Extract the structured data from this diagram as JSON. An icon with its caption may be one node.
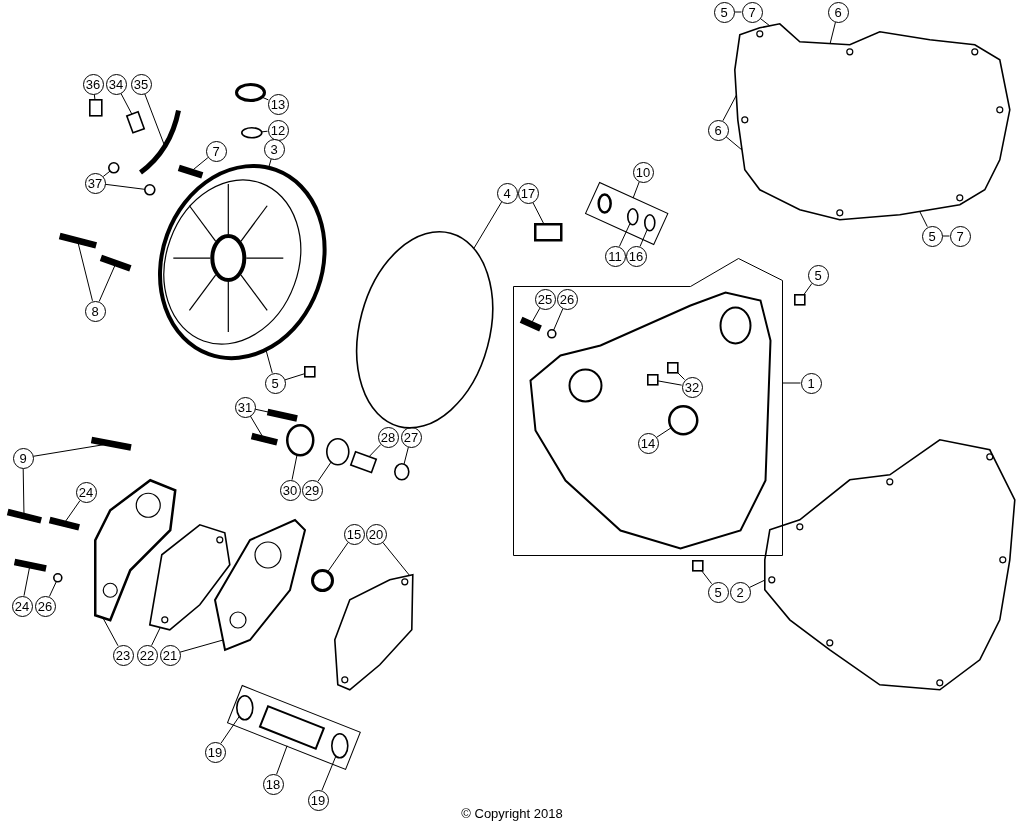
{
  "diagram": {
    "caption": "© Copyright 2018",
    "nodes": [
      {
        "text": [
          "5"
        ]
      },
      {
        "text": [
          "7"
        ]
      },
      {
        "text": [
          "6"
        ]
      },
      {
        "text": [
          "36"
        ]
      },
      {
        "text": [
          "34"
        ]
      },
      {
        "text": [
          "35"
        ]
      },
      {
        "text": [
          "13"
        ]
      },
      {
        "text": [
          "12"
        ]
      },
      {
        "text": [
          "6"
        ]
      },
      {
        "text": [
          "3"
        ]
      },
      {
        "text": [
          "7"
        ]
      },
      {
        "text": [
          "10"
        ]
      },
      {
        "text": [
          "37"
        ]
      },
      {
        "text": [
          "4"
        ]
      },
      {
        "text": [
          "17"
        ]
      },
      {
        "text": [
          "5"
        ]
      },
      {
        "text": [
          "7"
        ]
      },
      {
        "text": [
          "11"
        ]
      },
      {
        "text": [
          "16"
        ]
      },
      {
        "text": [
          "5"
        ]
      },
      {
        "text": [
          "25"
        ],
        "in": 63
      },
      {
        "text": [
          "26"
        ],
        "in": 63
      },
      {
        "text": [
          "8"
        ]
      },
      {
        "text": [
          "1"
        ]
      },
      {
        "text": [
          "5"
        ]
      },
      {
        "text": [
          "32"
        ],
        "in": 63
      },
      {
        "text": [
          "31"
        ]
      },
      {
        "text": [
          "14"
        ],
        "in": 63
      },
      {
        "text": [
          "9"
        ]
      },
      {
        "text": [
          "28"
        ]
      },
      {
        "text": [
          "27"
        ]
      },
      {
        "text": [
          "24"
        ]
      },
      {
        "text": [
          "30"
        ]
      },
      {
        "text": [
          "29"
        ]
      },
      {
        "text": [
          "15"
        ]
      },
      {
        "text": [
          "20"
        ]
      },
      {
        "text": [
          "5"
        ]
      },
      {
        "text": [
          "2"
        ]
      },
      {
        "text": [
          "24"
        ]
      },
      {
        "text": [
          "26"
        ]
      },
      {
        "text": [
          "23"
        ]
      },
      {
        "text": [
          "22"
        ]
      },
      {
        "text": [
          "21"
        ]
      },
      {
        "text": [
          "19"
        ]
      },
      {
        "text": [
          "18"
        ]
      },
      {
        "text": [
          "19"
        ]
      },
      {
        "text": [],
        "shape": "picture"
      },
      {
        "text": [],
        "shape": "picture"
      },
      {
        "text": [],
        "shape": "picture"
      },
      {
        "text": [],
        "shape": "circle"
      },
      {
        "text": [],
        "shape": "circle"
      },
      {
        "text": [],
        "shape": "box"
      },
      {
        "text": [],
        "shape": "box"
      },
      {
        "text": [],
        "shape": "picture"
      },
      {
        "text": [],
        "shape": "circle"
      },
      {
        "text": [],
        "shape": "circle"
      },
      {
        "text": [],
        "shape": "bar"
      },
      {
        "text": [],
        "shape": "circle"
      },
      {
        "text": [],
        "shape": "box"
      },
      {
        "text": [],
        "shape": "box"
      },
      {
        "text": [],
        "shape": "circle",
        "in": 59
      },
      {
        "text": [],
        "shape": "circle",
        "in": 59
      },
      {
        "text": [],
        "shape": "box"
      },
      {
        "text": [],
        "shape": "box"
      },
      {
        "text": [],
        "shape": "bar",
        "in": 63
      },
      {
        "text": [],
        "shape": "circle",
        "in": 63
      },
      {
        "text": [],
        "shape": "box",
        "in": 63
      },
      {
        "text": [],
        "shape": "box",
        "in": 63
      },
      {
        "text": [],
        "shape": "circle",
        "in": 63
      },
      {
        "text": [],
        "shape": "box"
      },
      {
        "text": [],
        "shape": "bar"
      },
      {
        "text": [],
        "shape": "bar"
      },
      {
        "text": [],
        "shape": "bar"
      },
      {
        "text": [],
        "shape": "bar"
      },
      {
        "text": [],
        "shape": "bar"
      },
      {
        "text": [],
        "shape": "bar"
      },
      {
        "text": [],
        "shape": "bar"
      },
      {
        "text": [],
        "shape": "bar"
      },
      {
        "text": [],
        "shape": "circle"
      },
      {
        "text": [],
        "shape": "picture"
      },
      {
        "text": [],
        "shape": "picture"
      },
      {
        "text": [],
        "shape": "picture"
      },
      {
        "text": [],
        "shape": "circle"
      },
      {
        "text": [],
        "shape": "picture"
      },
      {
        "text": [],
        "shape": "box"
      },
      {
        "text": [],
        "shape": "circle"
      },
      {
        "text": [],
        "shape": "circle"
      },
      {
        "text": [],
        "shape": "circle"
      },
      {
        "text": [],
        "shape": "box"
      },
      {
        "text": [],
        "shape": "circle",
        "in": 88
      },
      {
        "text": [],
        "shape": "circle",
        "in": 88
      },
      {
        "text": [],
        "shape": "box"
      }
    ],
    "edges": [
      {
        "from": 0,
        "to": 1,
        "arrow": "none"
      },
      {
        "from": 1,
        "to": 46,
        "arrow": "none"
      },
      {
        "from": 2,
        "to": 46,
        "arrow": "none"
      },
      {
        "from": 3,
        "to": 51,
        "arrow": "none"
      },
      {
        "from": 4,
        "to": 52,
        "arrow": "none"
      },
      {
        "from": 5,
        "to": 53,
        "arrow": "none"
      },
      {
        "from": 6,
        "to": 49,
        "arrow": "none"
      },
      {
        "from": 7,
        "to": 50,
        "arrow": "none"
      },
      {
        "from": 8,
        "to": 46,
        "arrow": "none"
      },
      {
        "from": 8,
        "to": 46,
        "arrow": "none"
      },
      {
        "from": 9,
        "to": 48,
        "arrow": "none"
      },
      {
        "from": 10,
        "to": 56,
        "arrow": "none"
      },
      {
        "from": 11,
        "to": 59,
        "arrow": "none"
      },
      {
        "from": 12,
        "to": 54,
        "arrow": "none"
      },
      {
        "from": 12,
        "to": 55,
        "arrow": "none"
      },
      {
        "from": 13,
        "to": 57,
        "arrow": "none"
      },
      {
        "from": 14,
        "to": 58,
        "arrow": "none"
      },
      {
        "from": 15,
        "to": 16,
        "arrow": "none"
      },
      {
        "from": 15,
        "to": 46,
        "arrow": "none"
      },
      {
        "from": 17,
        "to": 60,
        "arrow": "none"
      },
      {
        "from": 18,
        "to": 61,
        "arrow": "none"
      },
      {
        "from": 19,
        "to": 62,
        "arrow": "none"
      },
      {
        "from": 20,
        "to": 64,
        "arrow": "none"
      },
      {
        "from": 21,
        "to": 65,
        "arrow": "none"
      },
      {
        "from": 22,
        "to": 70,
        "arrow": "none"
      },
      {
        "from": 22,
        "to": 71,
        "arrow": "none"
      },
      {
        "from": 23,
        "to": 63,
        "arrow": "none"
      },
      {
        "from": 24,
        "to": 69,
        "arrow": "none"
      },
      {
        "from": 24,
        "to": 48,
        "arrow": "none"
      },
      {
        "from": 25,
        "to": 66,
        "arrow": "none"
      },
      {
        "from": 25,
        "to": 67,
        "arrow": "none"
      },
      {
        "from": 26,
        "to": 72,
        "arrow": "none"
      },
      {
        "from": 26,
        "to": 73,
        "arrow": "none"
      },
      {
        "from": 27,
        "to": 68,
        "arrow": "none"
      },
      {
        "from": 28,
        "to": 74,
        "arrow": "none"
      },
      {
        "from": 28,
        "to": 75,
        "arrow": "none"
      },
      {
        "from": 29,
        "to": 84,
        "arrow": "none"
      },
      {
        "from": 30,
        "to": 87,
        "arrow": "none"
      },
      {
        "from": 31,
        "to": 76,
        "arrow": "none"
      },
      {
        "from": 32,
        "to": 85,
        "arrow": "none"
      },
      {
        "from": 33,
        "to": 86,
        "arrow": "none"
      },
      {
        "from": 34,
        "to": 82,
        "arrow": "none"
      },
      {
        "from": 35,
        "to": 83,
        "arrow": "none"
      },
      {
        "from": 36,
        "to": 91,
        "arrow": "none"
      },
      {
        "from": 37,
        "to": 47,
        "arrow": "none"
      },
      {
        "from": 38,
        "to": 77,
        "arrow": "none"
      },
      {
        "from": 39,
        "to": 78,
        "arrow": "none"
      },
      {
        "from": 40,
        "to": 79,
        "arrow": "none"
      },
      {
        "from": 41,
        "to": 80,
        "arrow": "none"
      },
      {
        "from": 42,
        "to": 81,
        "arrow": "none"
      },
      {
        "from": 43,
        "to": 89,
        "arrow": "none"
      },
      {
        "from": 44,
        "to": 88,
        "arrow": "none"
      },
      {
        "from": 45,
        "to": 90,
        "arrow": "none"
      }
    ]
  }
}
